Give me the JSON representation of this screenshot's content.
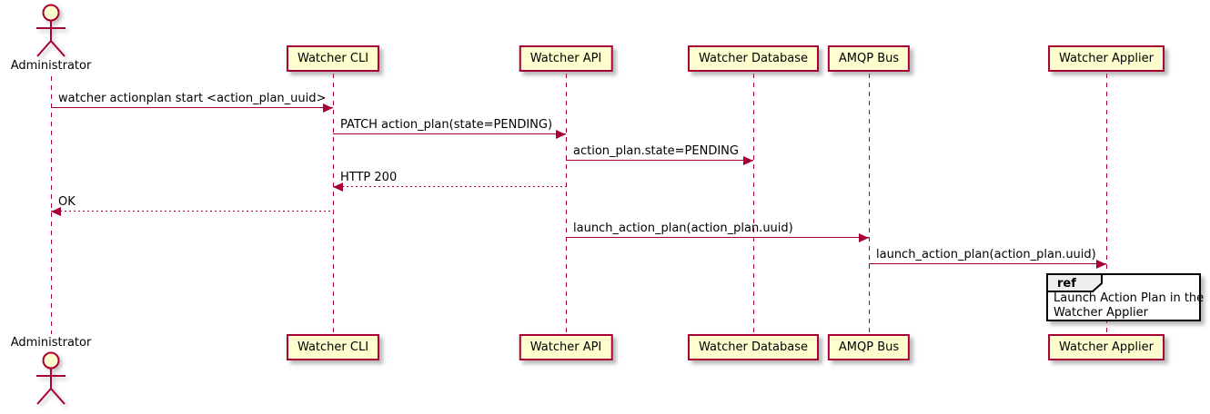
{
  "diagram_type": "uml-sequence-diagram",
  "actor": {
    "name": "Administrator"
  },
  "participants": [
    {
      "label": "Watcher CLI"
    },
    {
      "label": "Watcher API"
    },
    {
      "label": "Watcher Database"
    },
    {
      "label": "AMQP Bus"
    },
    {
      "label": "Watcher Applier"
    }
  ],
  "messages": [
    {
      "from": "Administrator",
      "to": "Watcher CLI",
      "text": "watcher actionplan start <action_plan_uuid>",
      "line": "solid"
    },
    {
      "from": "Watcher CLI",
      "to": "Watcher API",
      "text": "PATCH action_plan(state=PENDING)",
      "line": "solid"
    },
    {
      "from": "Watcher API",
      "to": "Watcher Database",
      "text": "action_plan.state=PENDING",
      "line": "solid"
    },
    {
      "from": "Watcher API",
      "to": "Watcher CLI",
      "text": "HTTP 200",
      "line": "dotted"
    },
    {
      "from": "Watcher CLI",
      "to": "Administrator",
      "text": "OK",
      "line": "dotted"
    },
    {
      "from": "Watcher API",
      "to": "AMQP Bus",
      "text": "launch_action_plan(action_plan.uuid)",
      "line": "solid"
    },
    {
      "from": "AMQP Bus",
      "to": "Watcher Applier",
      "text": "launch_action_plan(action_plan.uuid)",
      "line": "solid"
    }
  ],
  "ref_fragment": {
    "keyword": "ref",
    "lines": [
      "Launch Action Plan in the",
      "Watcher Applier"
    ],
    "anchor": "Watcher Applier"
  },
  "colors": {
    "accent": "#A80036",
    "participant_fill": "#FEFECE",
    "text": "#000000",
    "ref_border": "#000000",
    "ref_header_fill": "#EEEEEE",
    "background": "#FFFFFF"
  }
}
